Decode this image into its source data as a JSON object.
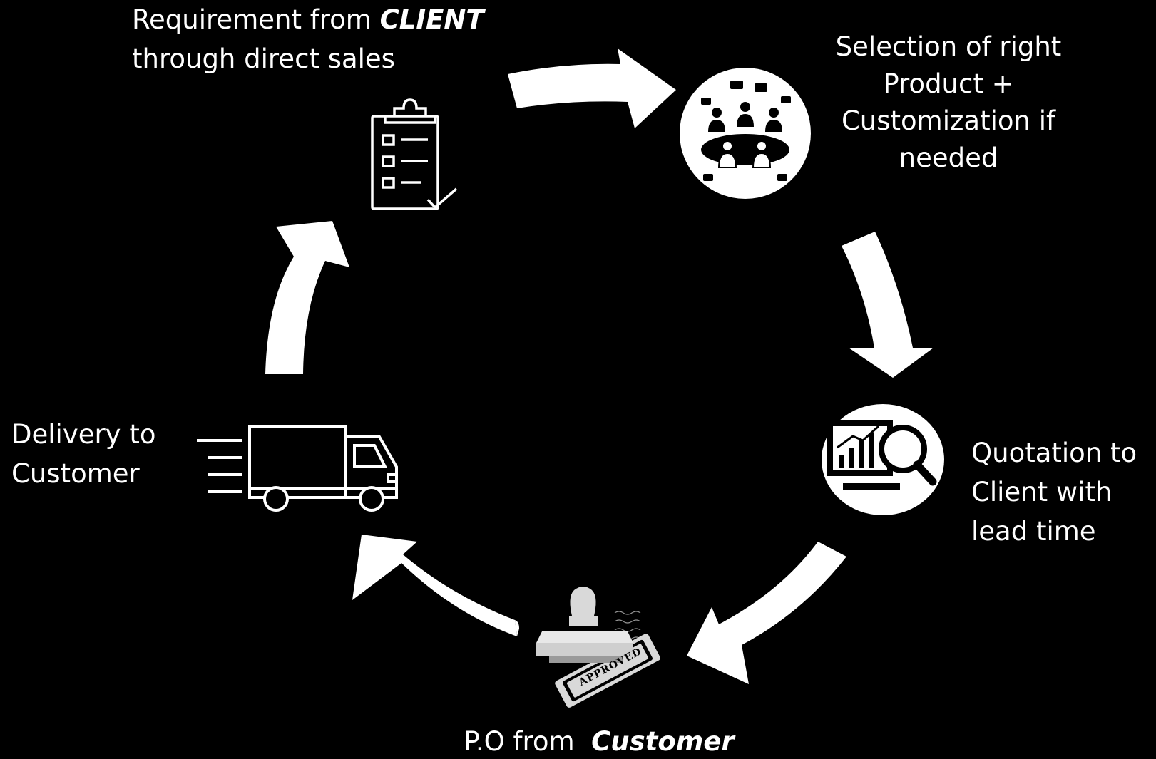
{
  "steps": {
    "requirement": {
      "line1_prefix": "Requirement from ",
      "line1_emphasis": "CLIENT",
      "line2": "through direct sales",
      "icon": "clipboard-checklist-icon"
    },
    "selection": {
      "line1": "Selection of right",
      "line2": "Product +",
      "line3": "Customization if",
      "line4": "needed",
      "icon": "meeting-people-icon"
    },
    "quotation": {
      "line1": "Quotation to",
      "line2": "Client with",
      "line3": "lead time",
      "icon": "chart-magnifier-icon"
    },
    "po": {
      "prefix": "P.O from  ",
      "emphasis": "Customer",
      "icon": "approved-stamp-icon",
      "stamp_text": "APPROVED"
    },
    "delivery": {
      "line1": "Delivery to",
      "line2": "Customer",
      "icon": "delivery-truck-icon"
    }
  },
  "colors": {
    "background": "#000000",
    "foreground": "#ffffff",
    "stamp_gray": "#d9d9d9"
  }
}
